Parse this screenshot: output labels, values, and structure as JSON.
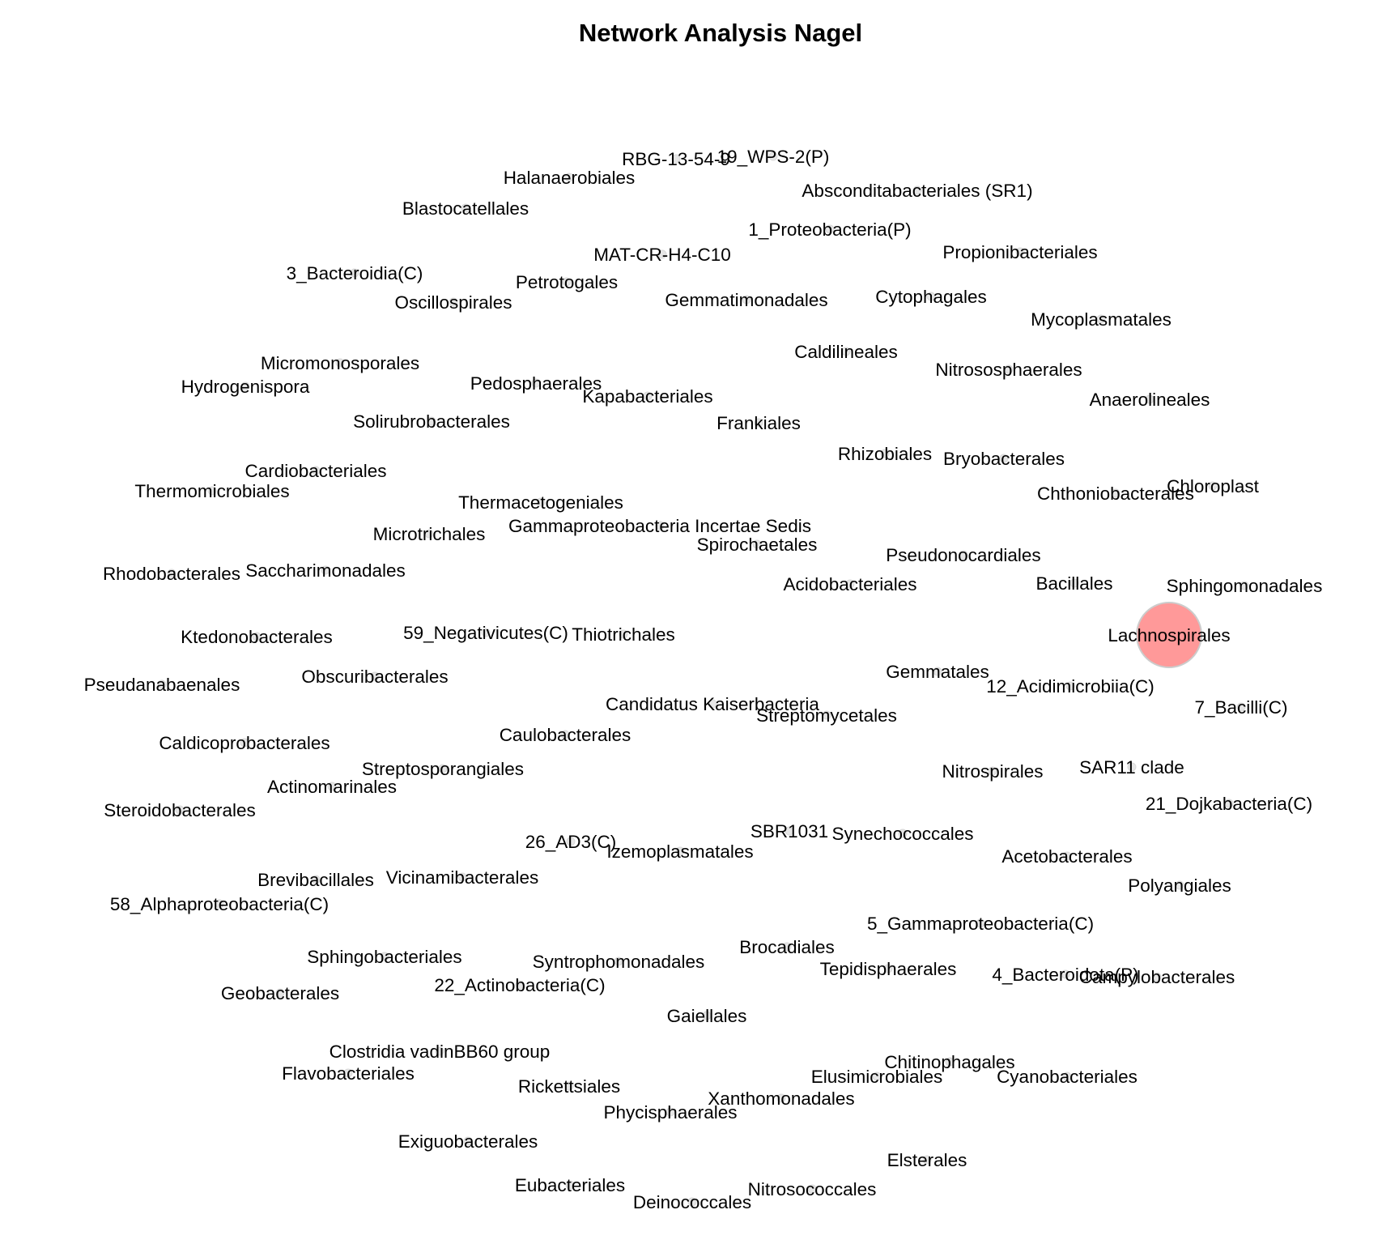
{
  "title": "Network Analysis Nagel",
  "colors": {
    "node_fill": "#e6e6e6",
    "highlight_node_fill": "#ff9999",
    "label": "#000000",
    "background": "#ffffff"
  },
  "nodes": [
    {
      "label": "RBG-13-54-9"
    },
    {
      "label": "19_WPS-2(P)"
    },
    {
      "label": "Halanaerobiales"
    },
    {
      "label": "Absconditabacteriales (SR1)"
    },
    {
      "label": "Blastocatellales"
    },
    {
      "label": "1_Proteobacteria(P)"
    },
    {
      "label": "Propionibacteriales"
    },
    {
      "label": "MAT-CR-H4-C10"
    },
    {
      "label": "3_Bacteroidia(C)"
    },
    {
      "label": "Petrotogales"
    },
    {
      "label": "Oscillospirales"
    },
    {
      "label": "Gemmatimonadales"
    },
    {
      "label": "Cytophagales"
    },
    {
      "label": "Mycoplasmatales"
    },
    {
      "label": "Caldilineales"
    },
    {
      "label": "Micromonosporales"
    },
    {
      "label": "Nitrososphaerales"
    },
    {
      "label": "Hydrogenispora"
    },
    {
      "label": "Pedosphaerales"
    },
    {
      "label": "Kapabacteriales"
    },
    {
      "label": "Anaerolineales"
    },
    {
      "label": "Solirubrobacterales"
    },
    {
      "label": "Frankiales"
    },
    {
      "label": "Rhizobiales"
    },
    {
      "label": "Bryobacterales"
    },
    {
      "label": "Cardiobacteriales"
    },
    {
      "label": "Thermomicrobiales"
    },
    {
      "label": "Chloroplast"
    },
    {
      "label": "Chthoniobacterales"
    },
    {
      "label": "Thermacetogeniales"
    },
    {
      "label": "Gammaproteobacteria Incertae Sedis"
    },
    {
      "label": "Microtrichales"
    },
    {
      "label": "Spirochaetales"
    },
    {
      "label": "Pseudonocardiales"
    },
    {
      "label": "Rhodobacterales"
    },
    {
      "label": "Saccharimonadales"
    },
    {
      "label": "Acidobacteriales"
    },
    {
      "label": "Bacillales"
    },
    {
      "label": "Sphingomonadales"
    },
    {
      "label": "Lachnospirales",
      "highlight": true
    },
    {
      "label": "Ktedonobacterales"
    },
    {
      "label": "59_Negativicutes(C)"
    },
    {
      "label": "Thiotrichales"
    },
    {
      "label": "Gemmatales"
    },
    {
      "label": "Pseudanabaenales"
    },
    {
      "label": "Obscuribacterales"
    },
    {
      "label": "12_Acidimicrobiia(C)"
    },
    {
      "label": "Candidatus Kaiserbacteria"
    },
    {
      "label": "Streptomycetales"
    },
    {
      "label": "7_Bacilli(C)"
    },
    {
      "label": "Caulobacterales"
    },
    {
      "label": "Caldicoprobacterales"
    },
    {
      "label": "Streptosporangiales"
    },
    {
      "label": "Nitrospirales"
    },
    {
      "label": "SAR11 clade"
    },
    {
      "label": "Actinomarinales"
    },
    {
      "label": "Steroidobacterales"
    },
    {
      "label": "21_Dojkabacteria(C)"
    },
    {
      "label": "SBR1031"
    },
    {
      "label": "Synechococcales"
    },
    {
      "label": "26_AD3(C)"
    },
    {
      "label": "Izemoplasmatales"
    },
    {
      "label": "Acetobacterales"
    },
    {
      "label": "Brevibacillales"
    },
    {
      "label": "Vicinamibacterales"
    },
    {
      "label": "Polyangiales"
    },
    {
      "label": "58_Alphaproteobacteria(C)"
    },
    {
      "label": "5_Gammaproteobacteria(C)"
    },
    {
      "label": "Brocadiales"
    },
    {
      "label": "Sphingobacteriales"
    },
    {
      "label": "Syntrophomonadales"
    },
    {
      "label": "Tepidisphaerales"
    },
    {
      "label": "4_Bacteroidota(P)"
    },
    {
      "label": "Campylobacterales"
    },
    {
      "label": "Geobacterales"
    },
    {
      "label": "22_Actinobacteria(C)"
    },
    {
      "label": "Gaiellales"
    },
    {
      "label": "Clostridia vadinBB60 group"
    },
    {
      "label": "Chitinophagales"
    },
    {
      "label": "Flavobacteriales"
    },
    {
      "label": "Elusimicrobiales"
    },
    {
      "label": "Cyanobacteriales"
    },
    {
      "label": "Rickettsiales"
    },
    {
      "label": "Xanthomonadales"
    },
    {
      "label": "Phycisphaerales"
    },
    {
      "label": "Exiguobacterales"
    },
    {
      "label": "Elsterales"
    },
    {
      "label": "Eubacteriales"
    },
    {
      "label": "Nitrosococcales"
    },
    {
      "label": "Deinococcales"
    }
  ]
}
